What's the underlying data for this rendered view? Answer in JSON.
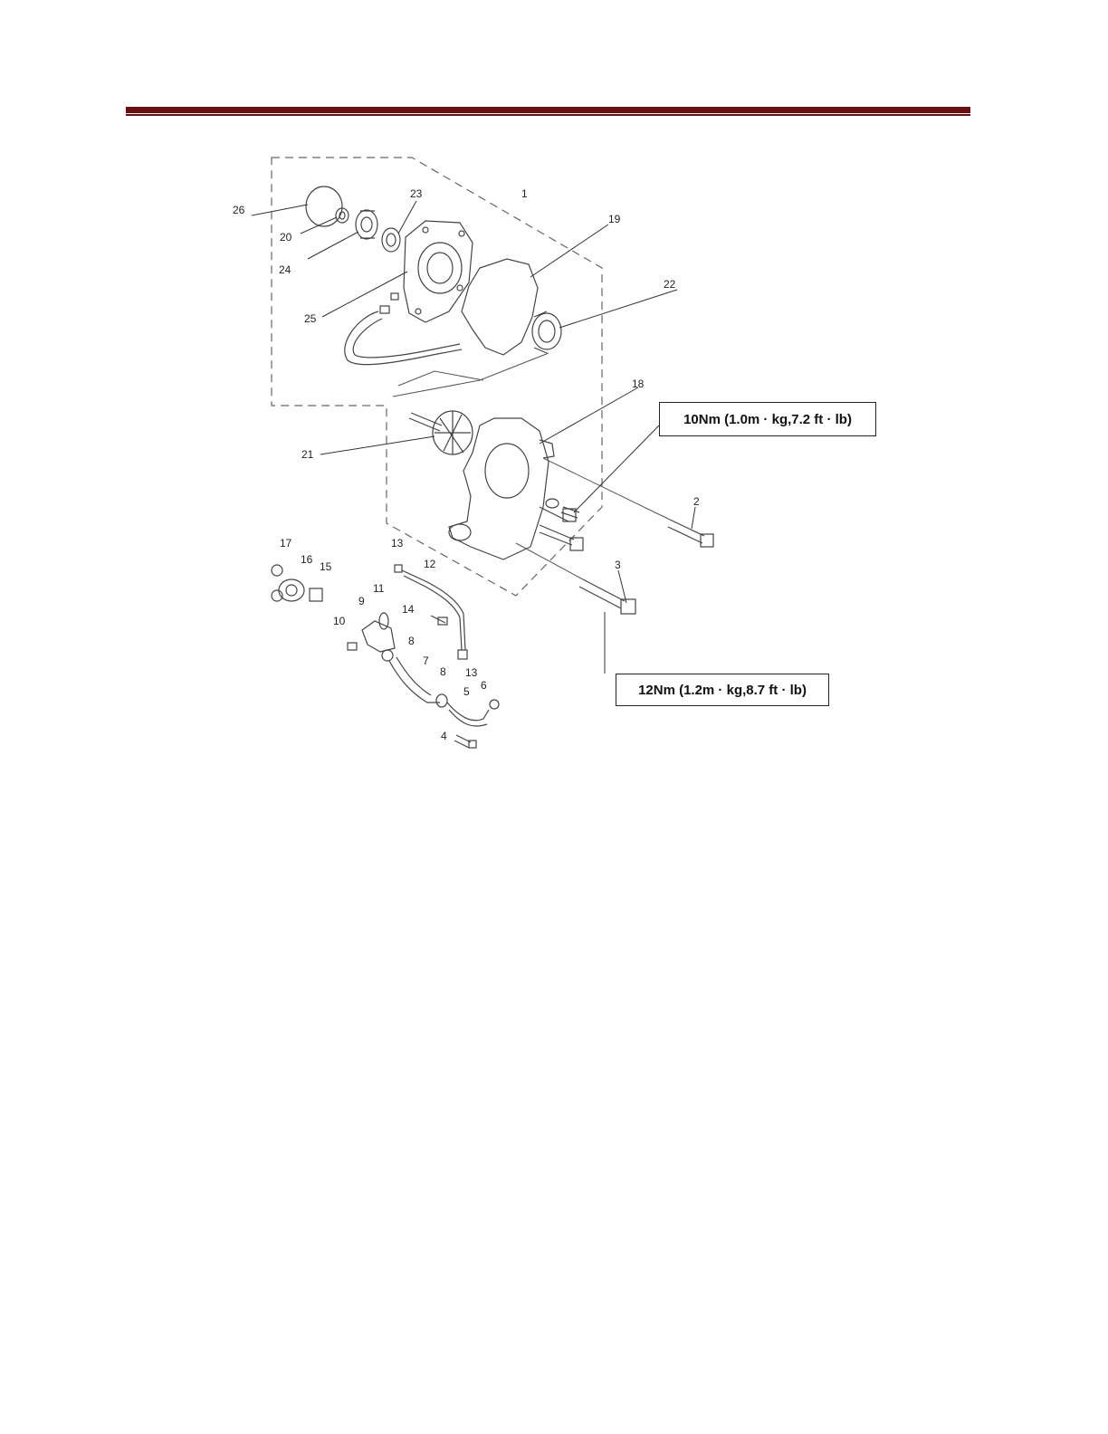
{
  "header": {
    "rule_color": "#6b0f12"
  },
  "diagram": {
    "assembly_mark": "1",
    "torque_callouts": {
      "upper": "10Nm (1.0m · kg,7.2 ft · lb)",
      "lower": "12Nm (1.2m · kg,8.7 ft · lb)"
    },
    "part_labels": {
      "p2": "2",
      "p3": "3",
      "p4": "4",
      "p5": "5",
      "p6": "6",
      "p7": "7",
      "p8a": "8",
      "p8b": "8",
      "p9": "9",
      "p10": "10",
      "p11": "11",
      "p12": "12",
      "p13a": "13",
      "p13b": "13",
      "p14": "14",
      "p15": "15",
      "p16": "16",
      "p17": "17",
      "p18": "18",
      "p19": "19",
      "p20": "20",
      "p21": "21",
      "p22": "22",
      "p23": "23",
      "p24": "24",
      "p25": "25",
      "p26": "26"
    }
  }
}
